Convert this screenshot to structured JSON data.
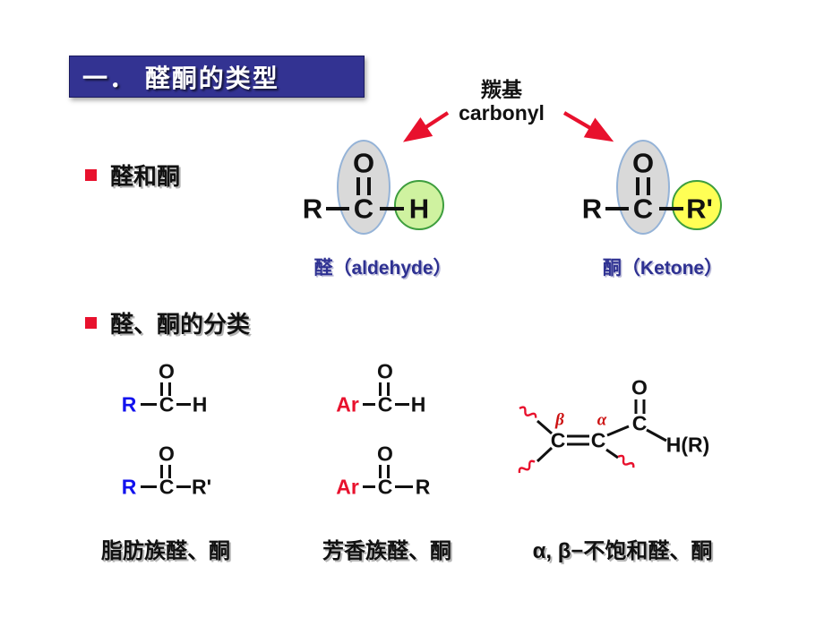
{
  "title_bar": {
    "text": "一． 醛酮的类型"
  },
  "carbonyl_callout": {
    "cn": "羰基",
    "en": "carbonyl"
  },
  "sections": {
    "bullet_aldehyde_ketone": "醛和酮",
    "bullet_classification": "醛、酮的分类"
  },
  "top_structures": {
    "aldehyde": {
      "label": "醛（aldehyde）",
      "atoms": {
        "r": "R",
        "o": "O",
        "c": "C",
        "h": "H"
      }
    },
    "ketone": {
      "label": "酮（Ketone）",
      "atoms": {
        "r": "R",
        "o": "O",
        "c": "C",
        "rprime": "R'"
      }
    }
  },
  "classification": {
    "aliphatic": {
      "label": "脂肪族醛、酮",
      "top": {
        "left": "R",
        "o": "O",
        "c": "C",
        "right": "H"
      },
      "bottom": {
        "left": "R",
        "o": "O",
        "c": "C",
        "right": "R'"
      }
    },
    "aromatic": {
      "label": "芳香族醛、酮",
      "top": {
        "left": "Ar",
        "o": "O",
        "c": "C",
        "right": "H"
      },
      "bottom": {
        "left": "Ar",
        "o": "O",
        "c": "C",
        "right": "R"
      }
    },
    "unsaturated": {
      "label": "α, β−不饱和醛、酮",
      "beta": "β",
      "alpha": "α",
      "c1": "C",
      "c2": "C",
      "c3": "C",
      "o": "O",
      "hr": "H(R)"
    }
  },
  "colors": {
    "title_bar_bg": "#333392",
    "accent_red": "#e8112d",
    "label_blue": "#2e3192",
    "r_group_blue": "#1212ee",
    "ar_group_red": "#e8112d",
    "carbonyl_ellipse_fill": "#d9d9d9",
    "carbonyl_ellipse_border": "#95b3d7",
    "h_circle_fill": "#cff2a0",
    "h_circle_border": "#3e9e3e",
    "rprime_circle_fill": "#ffff55",
    "rprime_circle_border": "#3e9e3e"
  }
}
